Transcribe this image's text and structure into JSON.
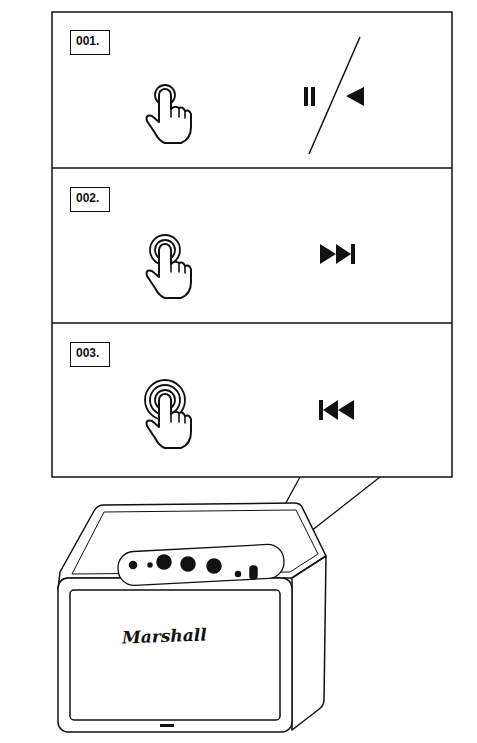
{
  "diagram": {
    "nodes": [
      {
        "text": [
          "001."
        ]
      },
      {
        "text": [
          "002."
        ]
      },
      {
        "text": [
          "003."
        ]
      }
    ],
    "labels": [
      "Marshall"
    ]
  }
}
